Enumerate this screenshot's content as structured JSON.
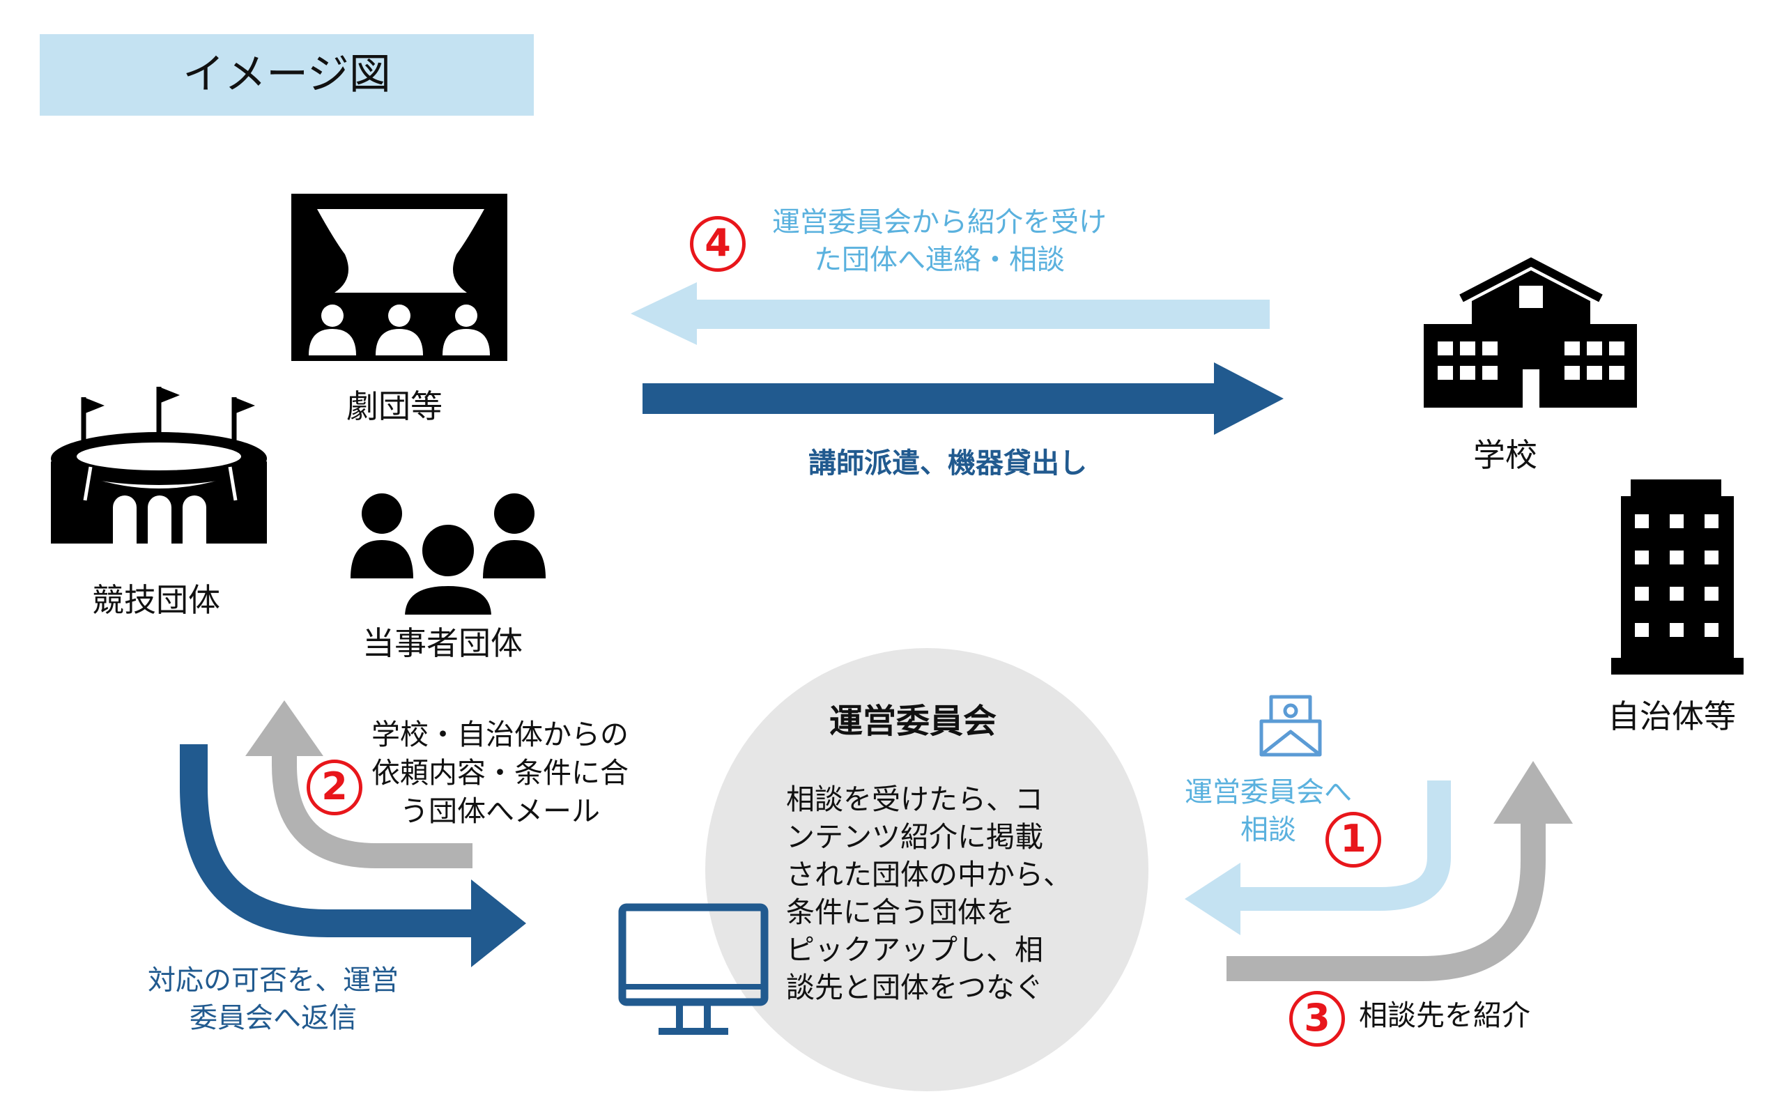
{
  "header": {
    "title": "イメージ図"
  },
  "actors": {
    "theater": "劇団等",
    "sports": "競技団体",
    "parties": "当事者団体",
    "school": "学校",
    "municipality": "自治体等"
  },
  "committee": {
    "title": "運営委員会",
    "description": [
      "相談を受けたら、コ",
      "ンテンツ紹介に掲載",
      "された団体の中から、",
      "条件に合う団体を",
      "ピックアップし、相",
      "談先と団体をつなぐ"
    ]
  },
  "steps": [
    {
      "number": "1",
      "text": [
        "運営委員会へ",
        "相談"
      ]
    },
    {
      "number": "2",
      "text": [
        "学校・自治体からの",
        "依頼内容・条件に合",
        "う団体へメール"
      ]
    },
    {
      "number": "3",
      "text": [
        "相談先を紹介"
      ]
    },
    {
      "number": "4",
      "text": [
        "運営委員会から紹介を受け",
        "た団体へ連絡・相談"
      ]
    }
  ],
  "labels": {
    "dispatch": "講師派遣、機器貸出し",
    "reply": [
      "対応の可否を、運営",
      "委員会へ返信"
    ]
  },
  "colors": {
    "dark_blue": "#215a8f",
    "light_blue": "#c4e2f2",
    "light_text": "#5ab1de",
    "gray": "#b2b2b2",
    "red": "#e8161b",
    "circle": "#e6e6e6"
  }
}
